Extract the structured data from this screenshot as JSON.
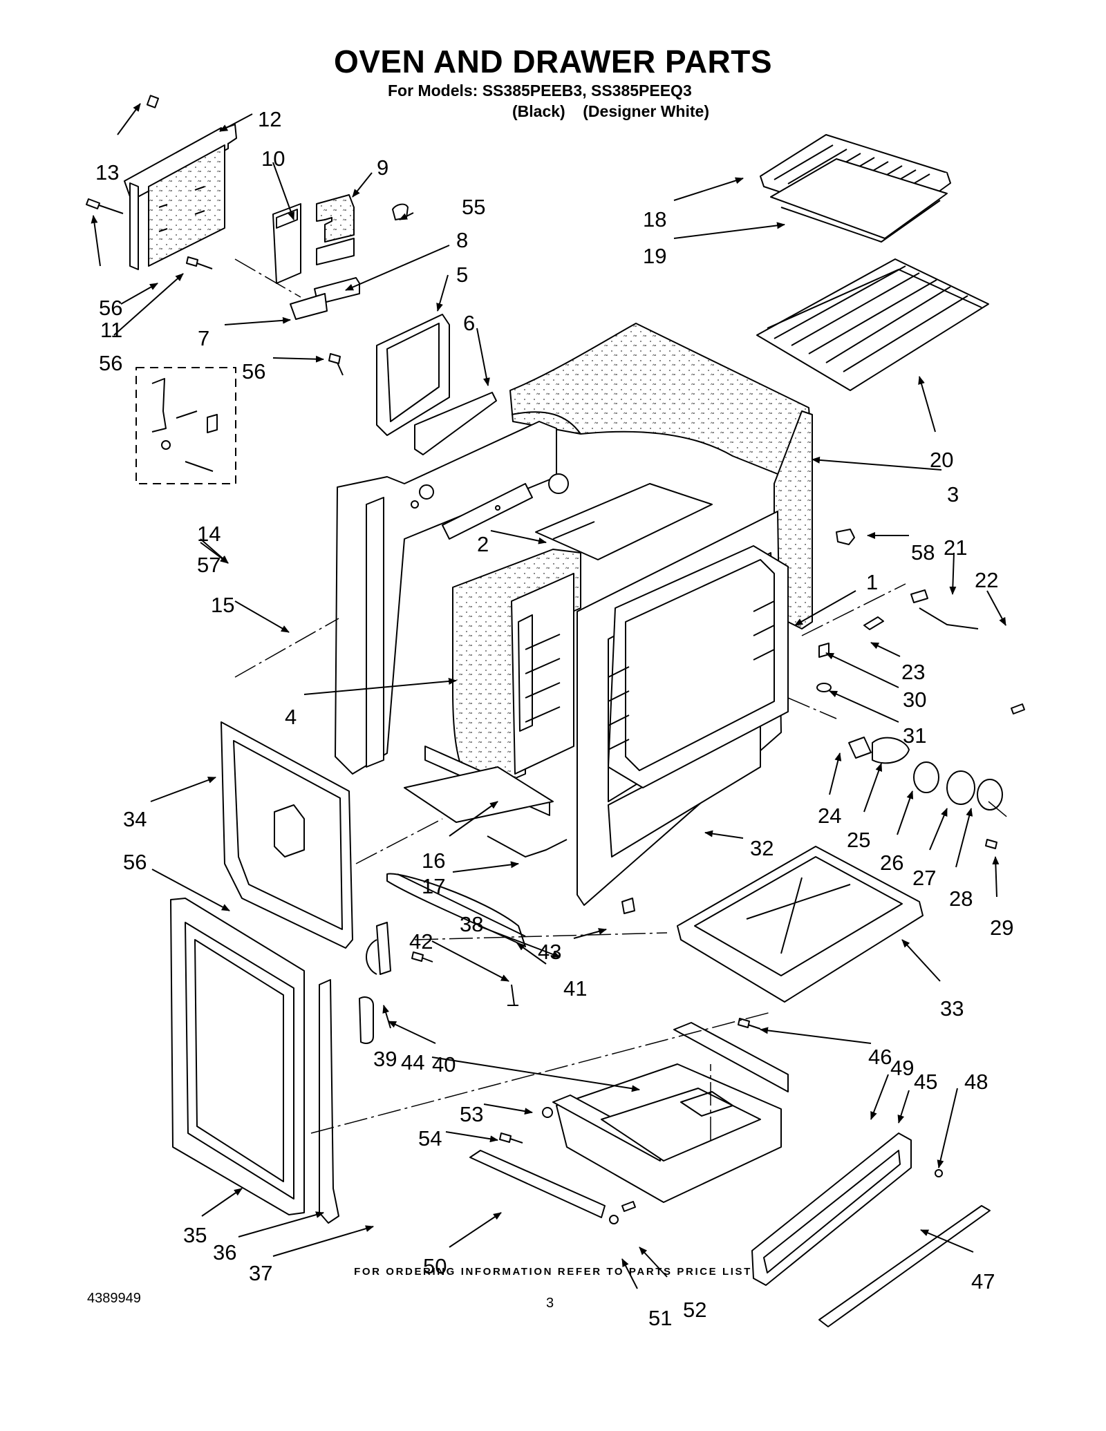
{
  "header": {
    "title": "OVEN AND DRAWER PARTS",
    "models": "For Models: SS385PEEB3, SS385PEEQ3",
    "variants": "(Black)    (Designer White)"
  },
  "callouts": [
    "1",
    "2",
    "3",
    "4",
    "5",
    "6",
    "7",
    "8",
    "9",
    "10",
    "11",
    "12",
    "13",
    "14",
    "15",
    "16",
    "17",
    "18",
    "19",
    "20",
    "21",
    "22",
    "23",
    "24",
    "25",
    "26",
    "27",
    "28",
    "29",
    "30",
    "31",
    "32",
    "33",
    "34",
    "35",
    "36",
    "37",
    "38",
    "39",
    "40",
    "41",
    "42",
    "43",
    "44",
    "45",
    "46",
    "47",
    "48",
    "49",
    "50",
    "51",
    "52",
    "53",
    "54",
    "55",
    "56",
    "57",
    "58"
  ],
  "footer": {
    "ordering_note": "FOR ORDERING INFORMATION REFER TO PARTS PRICE LIST",
    "doc_number": "4389949",
    "page_number": "3"
  }
}
